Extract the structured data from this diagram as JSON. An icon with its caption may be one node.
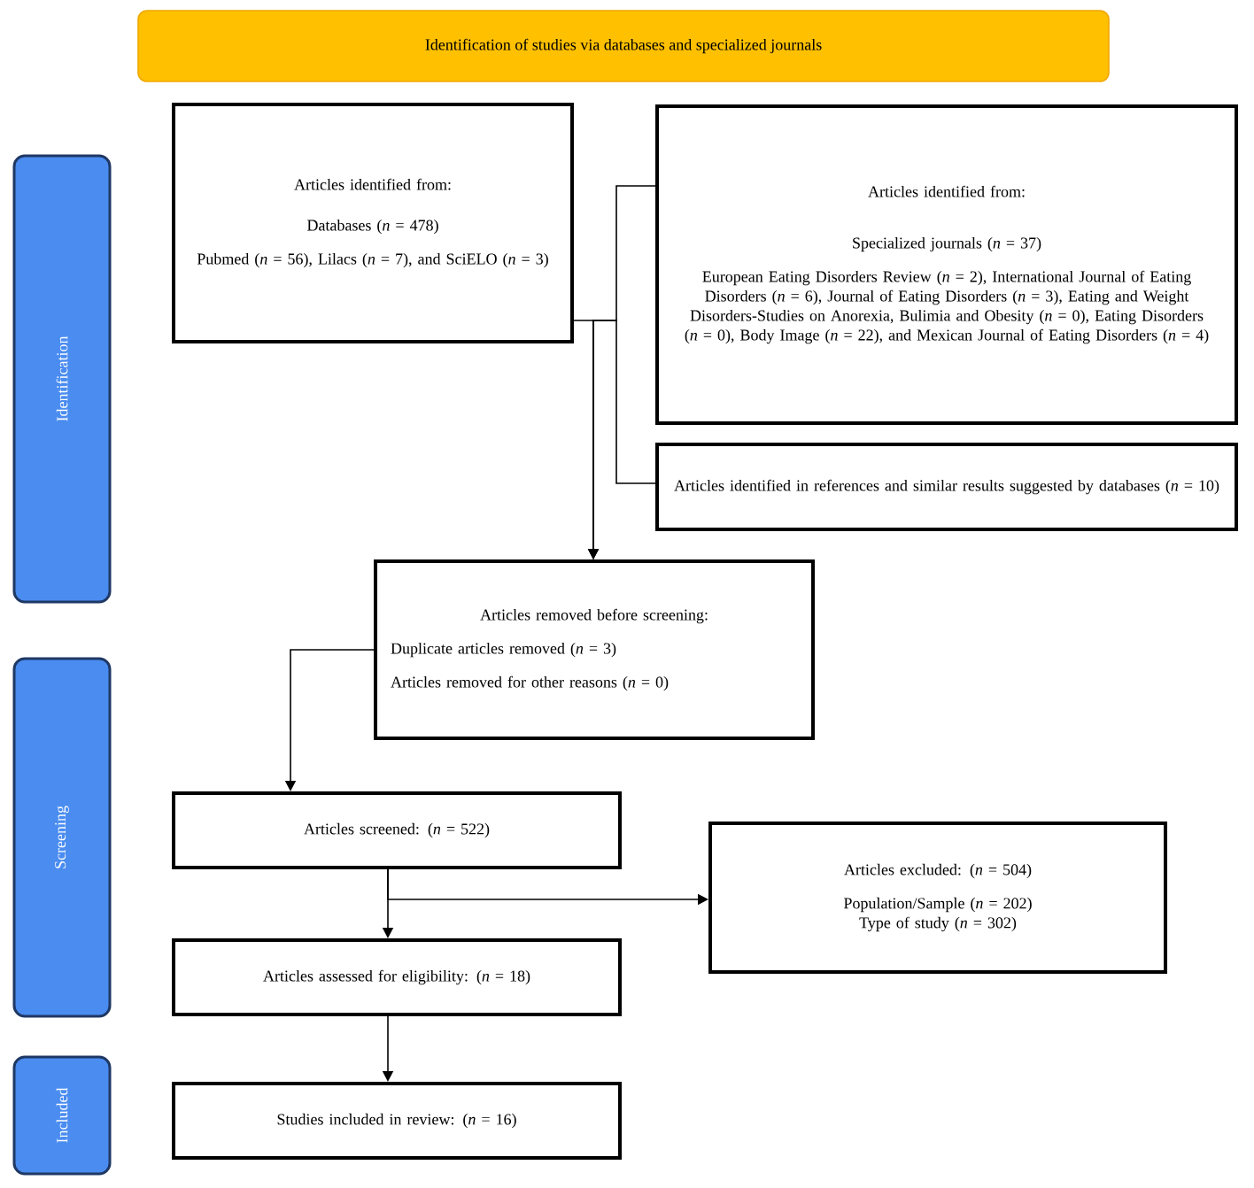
{
  "diagram": {
    "title": "Identification of studies via databases and specialized journals",
    "nodes": [
      {
        "text": [
          "Identification"
        ]
      },
      {
        "text": [
          "Screening"
        ]
      },
      {
        "text": [
          "Included"
        ]
      },
      {
        "text": [
          "Articles identified from:",
          "Databases (*n* = 478)",
          "Pubmed (*n* = 56), Lilacs (*n* = 7), and SciELO (*n* = 3)"
        ]
      },
      {
        "text": [
          "Articles identified from:",
          "Specialized journals (*n* = 37)",
          "European Eating Disorders Review (*n* = 2), International Journal of Eating Disorders (*n* = 6), Journal of Eating Disorders (*n* = 3), Eating and Weight Disorders-Studies on Anorexia, Bulimia and Obesity (*n* = 0), Eating Disorders (*n* = 0), Body Image (*n* = 22), and Mexican Journal of Eating Disorders (*n* = 4)"
        ]
      },
      {
        "text": [
          "Articles identified in references and similar results suggested by databases (*n* = 10)"
        ]
      },
      {
        "text": [
          "Articles removed before screening:",
          "Duplicate articles removed (*n* = 3)",
          "Articles removed for other reasons (*n* = 0)"
        ]
      },
      {
        "text": [
          "Articles screened: (*n* = 522)"
        ]
      },
      {
        "text": [
          "Articles excluded: (*n* = 504)",
          "Population/Sample (*n* = 202) Type of study (*n* = 302)"
        ]
      },
      {
        "text": [
          "Articles assessed for eligibility: (*n* = 18)"
        ]
      },
      {
        "text": [
          "Studies included in review: (*n* = 16)"
        ]
      }
    ],
    "edges": [
      {
        "from": 3,
        "to": 6,
        "arrow": "to"
      },
      {
        "from": 4,
        "to": 6,
        "arrow": "to"
      },
      {
        "from": 5,
        "to": 6,
        "arrow": "to"
      },
      {
        "from": 6,
        "to": 7,
        "arrow": "to"
      },
      {
        "from": 7,
        "to": 9,
        "arrow": "to"
      },
      {
        "from": 7,
        "to": 8,
        "arrow": "to"
      },
      {
        "from": 9,
        "to": 10,
        "arrow": "to"
      }
    ]
  }
}
